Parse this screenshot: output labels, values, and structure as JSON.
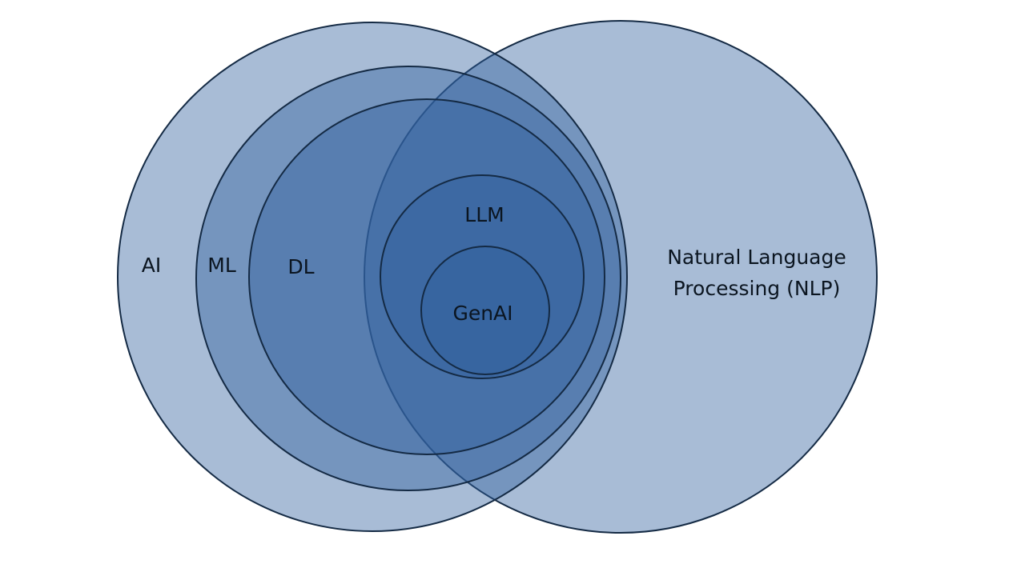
{
  "diagram": {
    "fill_color": "#2f5f9e",
    "stroke_color": "#142a44",
    "labels": {
      "ai": "AI",
      "ml": "ML",
      "dl": "DL",
      "llm": "LLM",
      "genai": "GenAI",
      "nlp_line1": "Natural Language",
      "nlp_line2": "Processing (NLP)"
    }
  }
}
